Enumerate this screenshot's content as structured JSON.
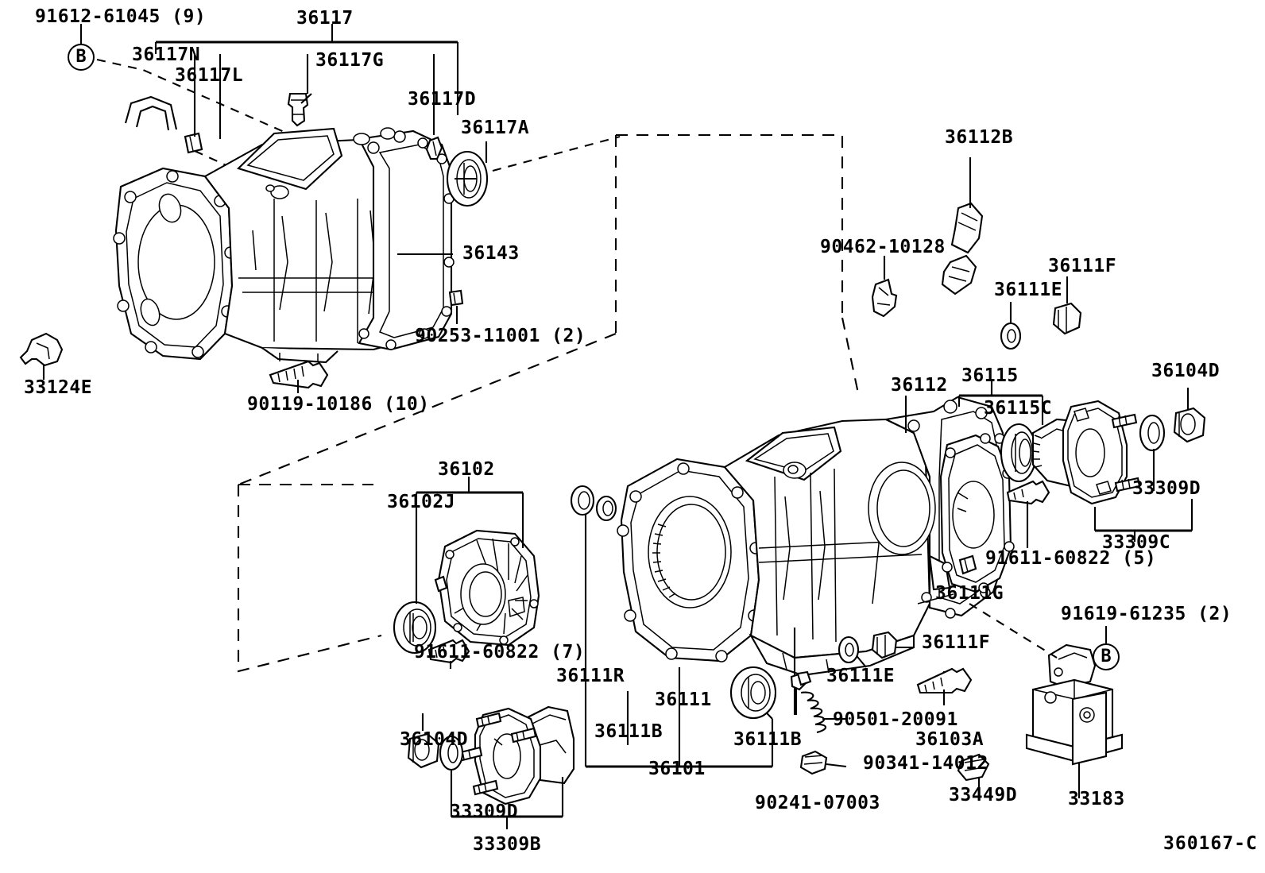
{
  "sheet": {
    "diagram_code": "360167-C"
  },
  "bubbles": [
    {
      "id": "bubble-b-top",
      "letter": "B"
    },
    {
      "id": "bubble-b-bottom",
      "letter": "B"
    }
  ],
  "labels": {
    "top_group": {
      "bolt_91612": "91612-61045 (9)",
      "group_36117": "36117",
      "item_36117N": "36117N",
      "item_36117L": "36117L",
      "item_36117G": "36117G",
      "item_36117D": "36117D",
      "item_36117A": "36117A",
      "gasket_36143": "36143",
      "plug_90253": "90253-11001 (2)",
      "bolt_90119": "90119-10186 (10)",
      "part_33124E": "33124E"
    },
    "right_group": {
      "hose_36112B": "36112B",
      "clamp_90462": "90462-10128",
      "washer_36111E": "36111E",
      "nut_36111F": "36111F",
      "cover_36112": "36112",
      "group_36115": "36115",
      "item_36115C": "36115C",
      "nut_36104D": "36104D",
      "washer_33309D": "33309D",
      "flange_33309C": "33309C",
      "bolt_91611_5": "91611-60822 (5)",
      "dowel_36111G": "36111G"
    },
    "left_group": {
      "group_36102": "36102",
      "seal_36102J": "36102J",
      "bolt_91611_7": "91611-60822 (7)"
    },
    "bottom_group": {
      "item_36111R": "36111R",
      "item_36111B_left": "36111B",
      "case_36111": "36111",
      "seal_36111B_right": "36111B",
      "group_36101": "36101",
      "nut_36104D": "36104D",
      "washer_33309D": "33309D",
      "flange_33309B": "33309B",
      "pin_90241": "90241-07003",
      "spring_90501": "90501-20091",
      "plug_90341": "90341-14012",
      "washer_36111E": "36111E",
      "nut_36111F": "36111F",
      "bolt_36103A": "36103A",
      "clip_91619": "91619-61235 (2)",
      "mount_33183": "33183",
      "part_33449D": "33449D"
    }
  }
}
